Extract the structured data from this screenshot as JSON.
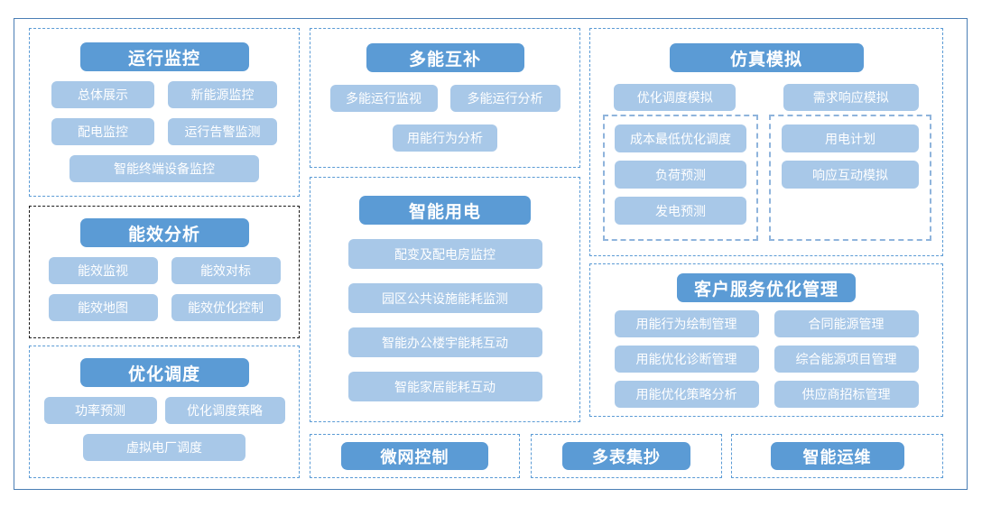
{
  "diagram": {
    "colors": {
      "title_pill": "#5b9bd5",
      "item_pill": "#a8c8e8",
      "group_border": "#5b9bd5",
      "group_border_alt": "#1a1a1a",
      "subgroup_border": "#8fb4dc",
      "outer_frame": "#4a7eb5",
      "pill_text": "#ffffff",
      "background": "#ffffff"
    },
    "groups": {
      "operation_monitoring": {
        "title": "运行监控",
        "items": [
          "总体展示",
          "新能源监控",
          "配电监控",
          "运行告警监测",
          "智能终端设备监控"
        ]
      },
      "energy_efficiency": {
        "title": "能效分析",
        "items": [
          "能效监视",
          "能效对标",
          "能效地图",
          "能效优化控制"
        ]
      },
      "optimal_dispatch": {
        "title": "优化调度",
        "items": [
          "功率预测",
          "优化调度策略",
          "虚拟电厂调度"
        ]
      },
      "multi_energy": {
        "title": "多能互补",
        "items": [
          "多能运行监视",
          "多能运行分析",
          "用能行为分析"
        ]
      },
      "smart_electricity": {
        "title": "智能用电",
        "items": [
          "配变及配电房监控",
          "园区公共设施能耗监测",
          "智能办公楼宇能耗互动",
          "智能家居能耗互动"
        ]
      },
      "simulation": {
        "title": "仿真模拟",
        "items": [
          "优化调度模拟",
          "需求响应模拟"
        ],
        "subgroups": [
          {
            "items": [
              "成本最低优化调度",
              "负荷预测",
              "发电预测"
            ]
          },
          {
            "items": [
              "用电计划",
              "响应互动模拟"
            ]
          }
        ]
      },
      "customer_service": {
        "title": "客户服务优化管理",
        "items": [
          "用能行为绘制管理",
          "合同能源管理",
          "用能优化诊断管理",
          "综合能源项目管理",
          "用能优化策略分析",
          "供应商招标管理"
        ]
      },
      "microgrid_control": {
        "title": "微网控制"
      },
      "multi_meter_reading": {
        "title": "多表集抄"
      },
      "smart_om": {
        "title": "智能运维"
      }
    }
  }
}
